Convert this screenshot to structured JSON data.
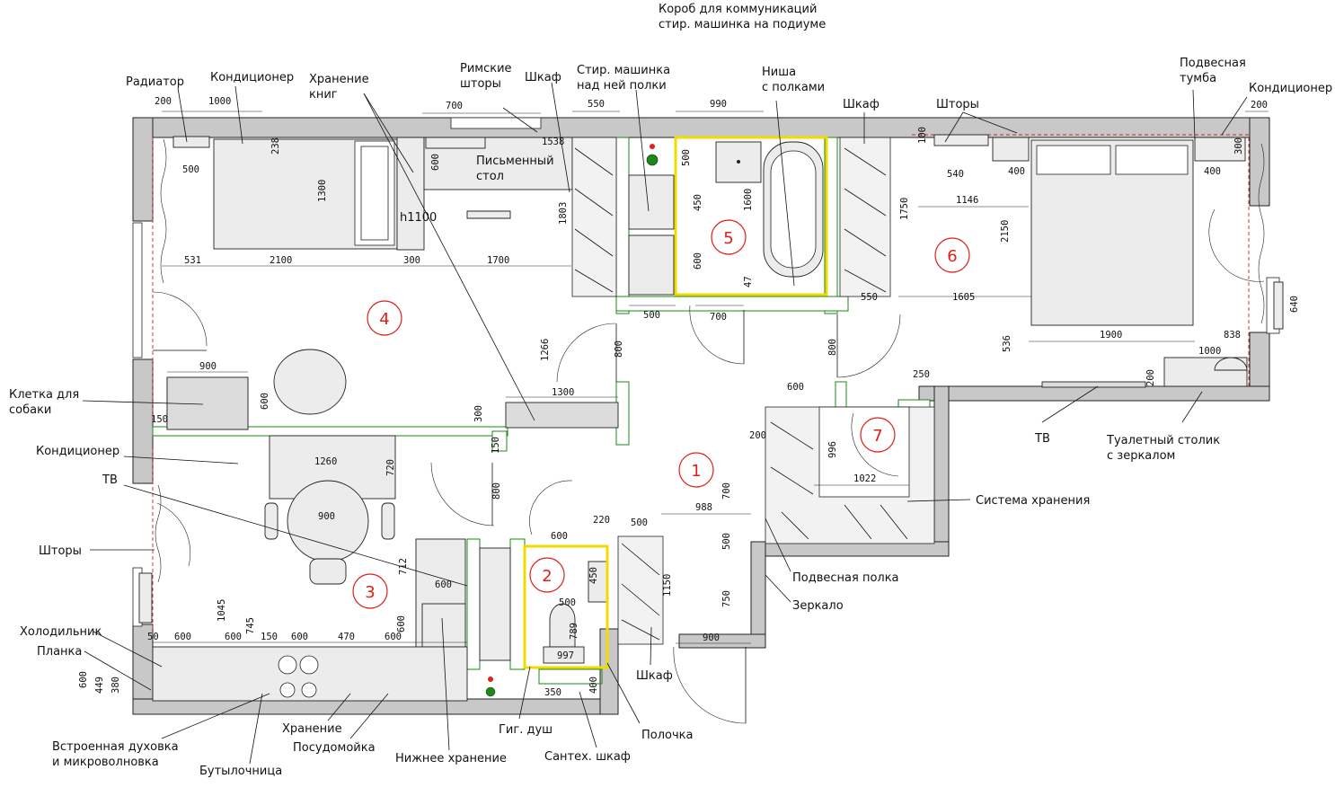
{
  "room_numbers": [
    "1",
    "2",
    "3",
    "4",
    "5",
    "6",
    "7"
  ],
  "labels": {
    "radiator": "Радиатор",
    "ac_top_left": "Кондиционер",
    "book_storage": "Хранение\nкниг",
    "roman_blinds": "Римские\nшторы",
    "wardrobe_top": "Шкаф",
    "washer_shelves": "Стир. машинка\nнад ней полки",
    "comm_box": "Короб для коммуникаций\nстир. машинка на подиуме",
    "niche_shelves": "Ниша\nс полками",
    "wardrobe_top2": "Шкаф",
    "curtains_top": "Шторы",
    "hanging_cabinet": "Подвесная\nтумба",
    "ac_top_right": "Кондиционер",
    "desk": "Письменный\nстол",
    "dog_cage": "Клетка для\nсобаки",
    "ac_left": "Кондиционер",
    "tv_left": "ТВ",
    "curtains_left": "Шторы",
    "fridge": "Холодильник",
    "plank": "Планка",
    "oven": "Встроенная духовка\nи микроволновка",
    "bottle_rack": "Бутылочница",
    "storage": "Хранение",
    "dishwasher": "Посудомойка",
    "lower_storage": "Нижнее хранение",
    "hyg_shower": "Гиг. душ",
    "plumb_cabinet": "Сантех. шкаф",
    "shelf": "Полочка",
    "wardrobe_bottom": "Шкаф",
    "mirror": "Зеркало",
    "hanging_shelf": "Подвесная полка",
    "storage_system": "Система хранения",
    "tv_right": "ТВ",
    "vanity": "Туалетный столик\nс зеркалом",
    "h1100": "h1100"
  },
  "dims": [
    "200",
    "1000",
    "500",
    "238",
    "1300",
    "2100",
    "531",
    "300",
    "1700",
    "700",
    "600",
    "1538",
    "550",
    "1803",
    "990",
    "500",
    "450",
    "1600",
    "600",
    "47",
    "1750",
    "100",
    "540",
    "400",
    "1146",
    "2150",
    "200",
    "300",
    "400",
    "1605",
    "550",
    "640",
    "1900",
    "838",
    "1000",
    "200",
    "536",
    "900",
    "600",
    "150",
    "1266",
    "800",
    "1300",
    "500",
    "700",
    "800",
    "250",
    "600",
    "996",
    "1022",
    "300",
    "1260",
    "720",
    "150",
    "900",
    "800",
    "200",
    "700",
    "988",
    "500",
    "750",
    "600",
    "220",
    "500",
    "1150",
    "600",
    "450",
    "500",
    "712",
    "1045",
    "745",
    "600",
    "600",
    "600",
    "150",
    "600",
    "470",
    "600",
    "50",
    "789",
    "997",
    "350",
    "400",
    "900",
    "600",
    "449",
    "380"
  ]
}
